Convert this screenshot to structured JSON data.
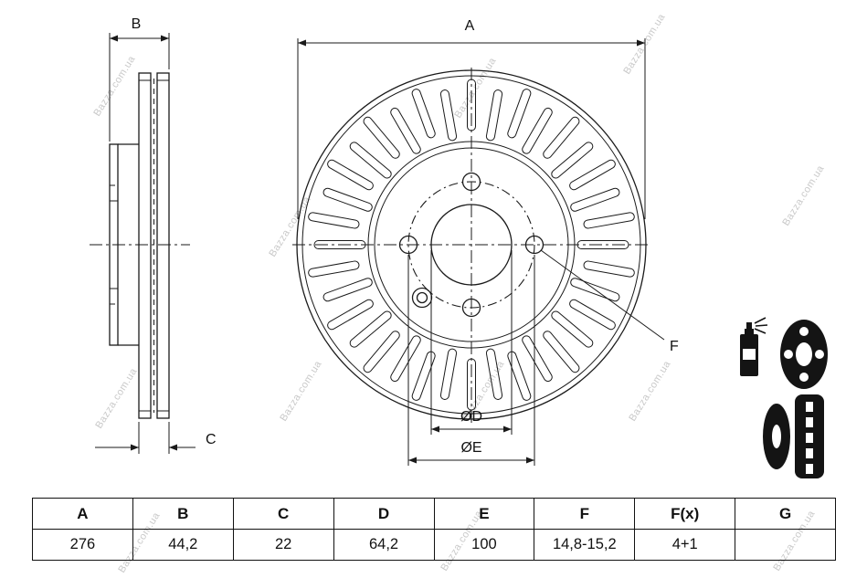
{
  "watermark": {
    "text": "Bazza.com.ua"
  },
  "drawing": {
    "labels": {
      "a": "A",
      "b": "B",
      "c": "C",
      "f": "F",
      "d": "ØD",
      "e": "ØE"
    }
  },
  "icons": {
    "spray": "spray-can-icon",
    "hub": "hub-face-icon",
    "disc": "vented-disc-cross-section-icon"
  },
  "table": {
    "headers": [
      "A",
      "B",
      "C",
      "D",
      "E",
      "F",
      "F(x)",
      "G"
    ],
    "values": [
      "276",
      "44,2",
      "22",
      "64,2",
      "100",
      "14,8-15,2",
      "4+1",
      ""
    ]
  }
}
